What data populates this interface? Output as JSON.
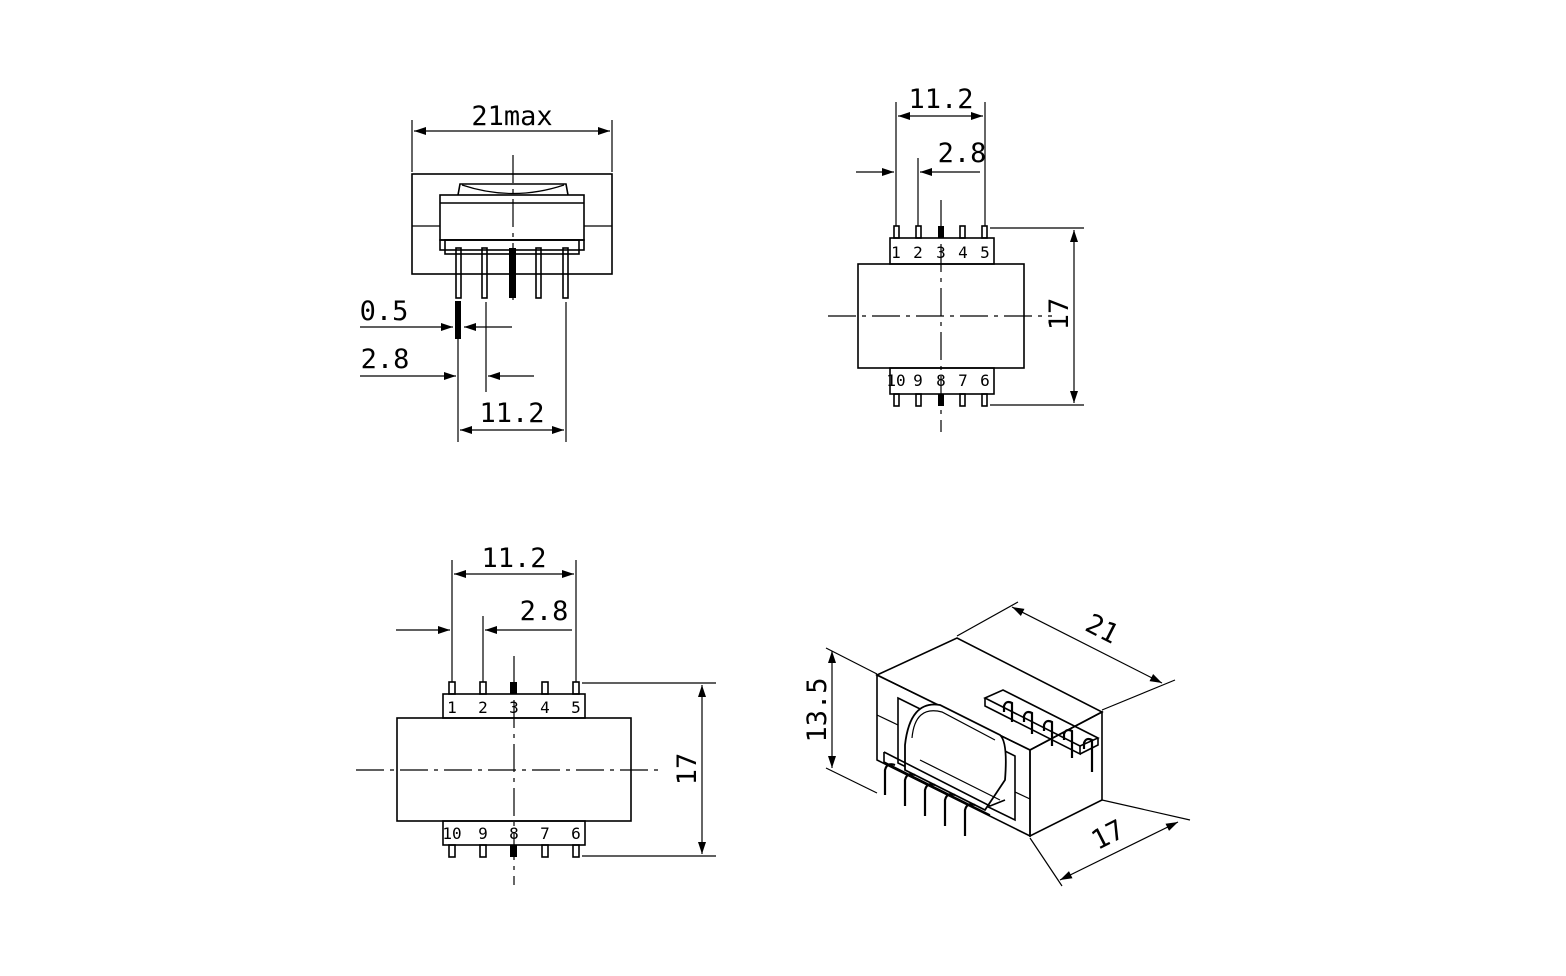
{
  "front_view": {
    "width_label": "21max",
    "pin_thickness_label": "0.5",
    "pin_pitch_label": "2.8",
    "pin_span_label": "11.2"
  },
  "top_view_a": {
    "pin_span_label": "11.2",
    "pin_pitch_label": "2.8",
    "height_label": "17",
    "top_pins": [
      "1",
      "2",
      "3",
      "4",
      "5"
    ],
    "bottom_pins": [
      "10",
      "9",
      "8",
      "7",
      "6"
    ]
  },
  "top_view_b": {
    "pin_span_label": "11.2",
    "pin_pitch_label": "2.8",
    "height_label": "17",
    "top_pins": [
      "1",
      "2",
      "3",
      "4",
      "5"
    ],
    "bottom_pins": [
      "10",
      "9",
      "8",
      "7",
      "6"
    ]
  },
  "iso_view": {
    "length_label": "21",
    "height_label": "13.5",
    "depth_label": "17"
  }
}
